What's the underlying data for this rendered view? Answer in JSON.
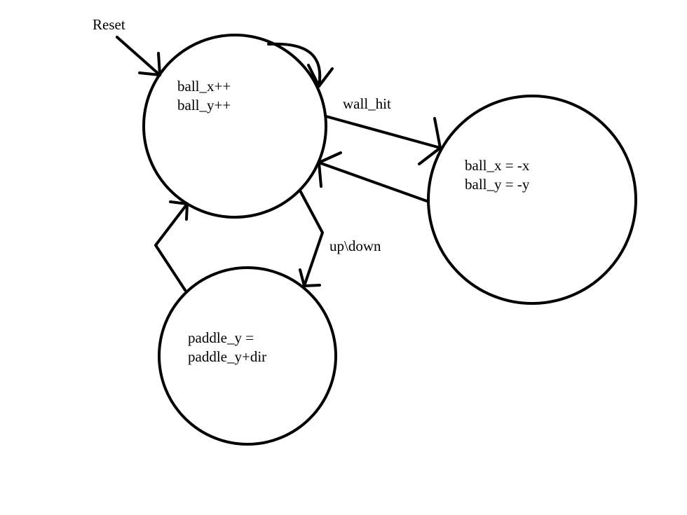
{
  "reset_label": "Reset",
  "states": {
    "ball_move": {
      "line1": "ball_x++",
      "line2": "ball_y++"
    },
    "ball_bounce": {
      "line1": "ball_x = -x",
      "line2": "ball_y = -y"
    },
    "paddle_move": {
      "line1": "paddle_y =",
      "line2": "paddle_y+dir"
    }
  },
  "transitions": {
    "wall_hit": "wall_hit",
    "up_down": "up\\down"
  }
}
